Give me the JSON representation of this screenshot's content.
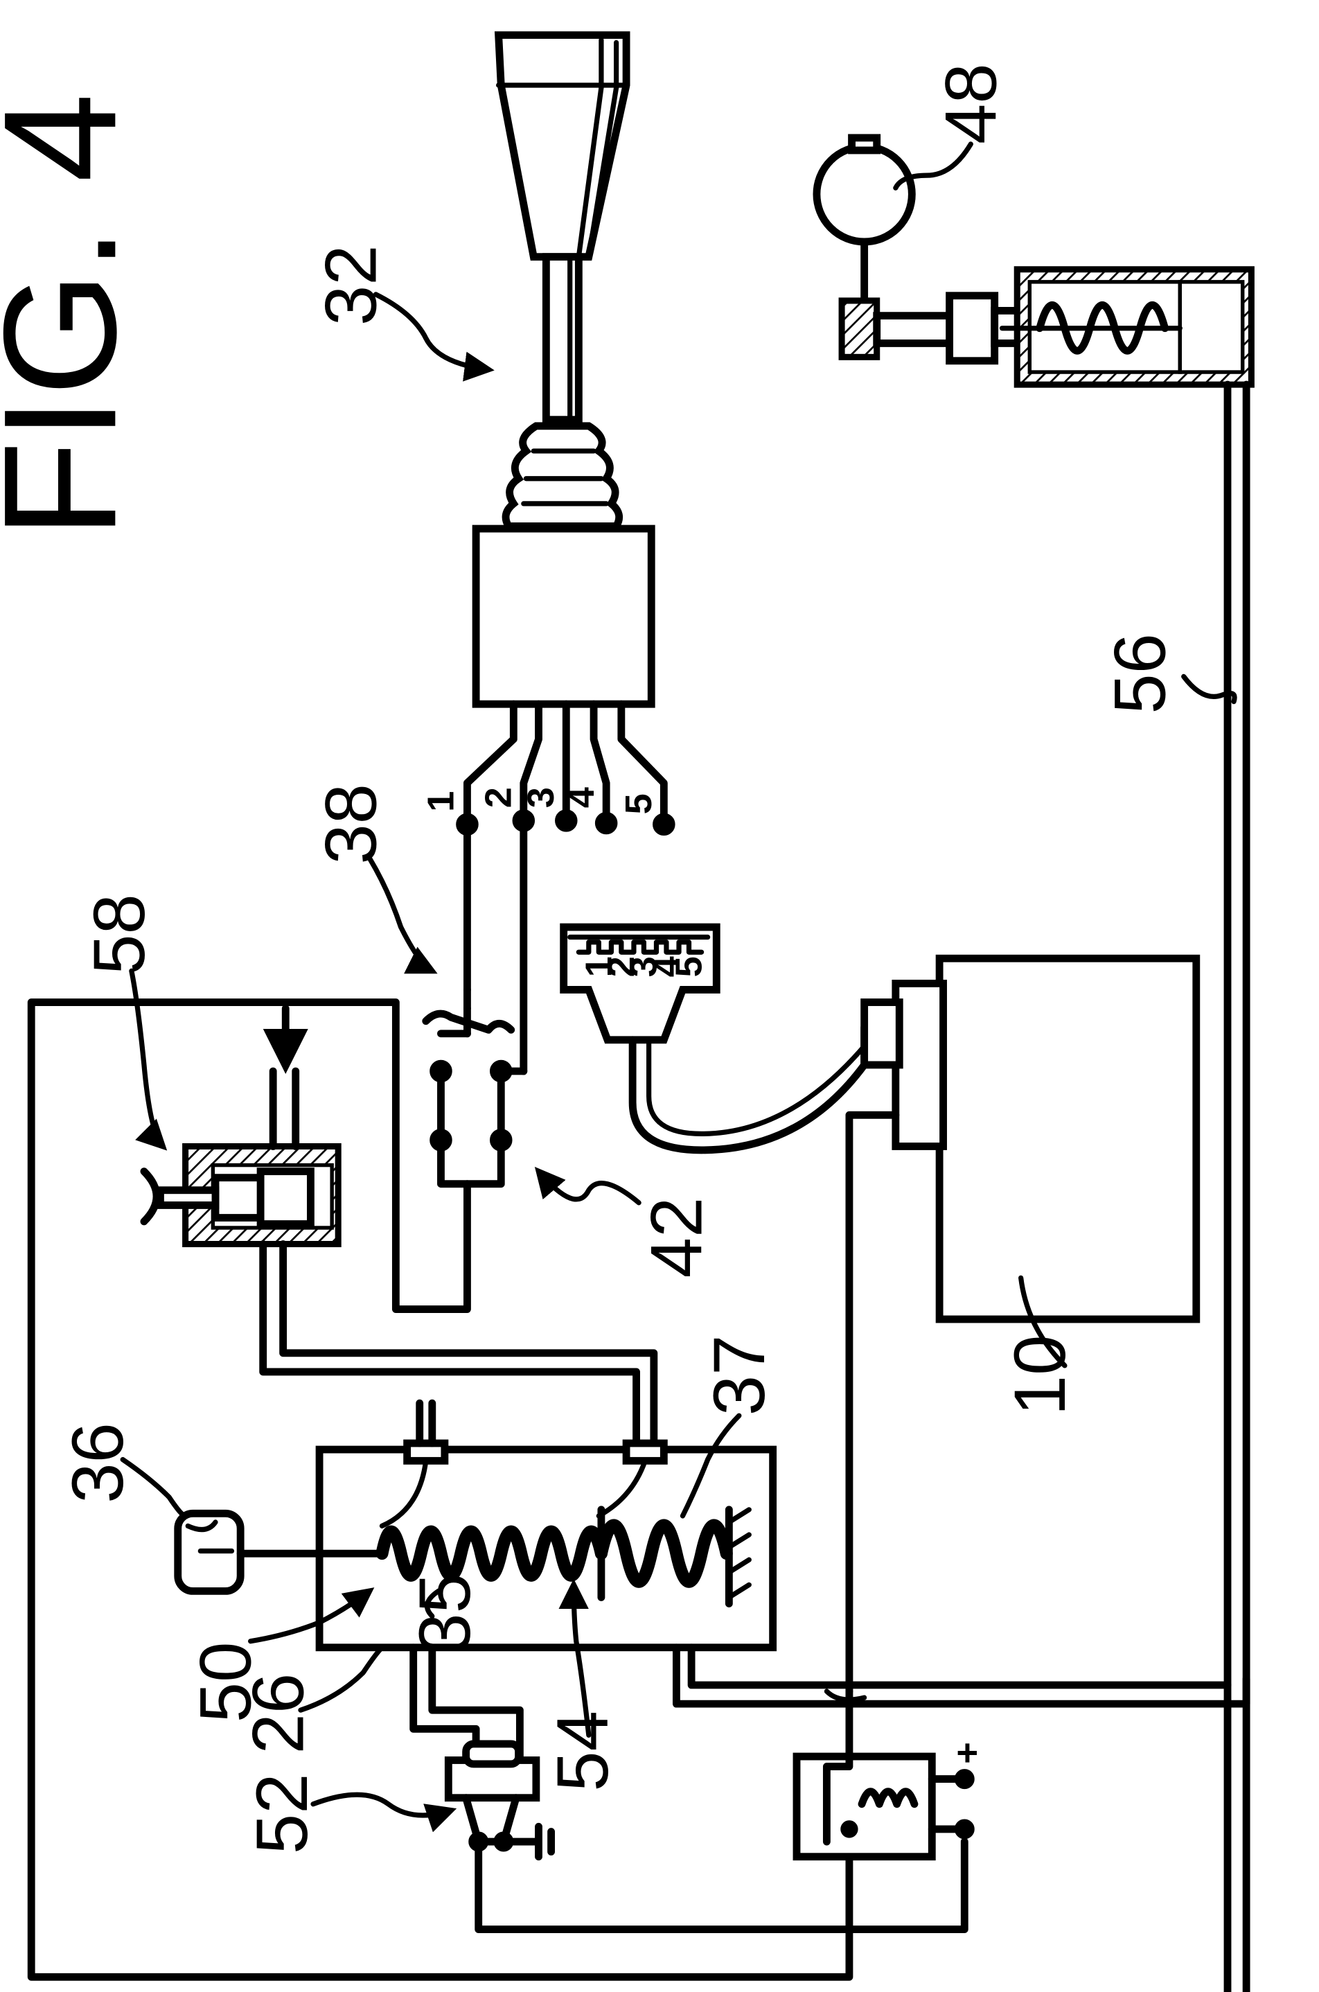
{
  "figure": {
    "title": "FIG. 4"
  },
  "labels": {
    "l10": "10",
    "l26": "26",
    "l32": "32",
    "l35": "35",
    "l36": "36",
    "l37": "37",
    "l38": "38",
    "l42": "42",
    "l48": "48",
    "l50": "50",
    "l52": "52",
    "l54": "54",
    "l56": "56",
    "l58": "58"
  },
  "terminals": {
    "t1": "1",
    "t2": "2",
    "t3": "3",
    "t4": "4",
    "t5": "5"
  },
  "connector_pins": {
    "p1": "1",
    "p2": "2",
    "p3": "3",
    "p4": "4",
    "p5": "5"
  },
  "battery": {
    "plus": "+"
  },
  "colors": {
    "ink": "#000000",
    "paper": "#ffffff"
  }
}
